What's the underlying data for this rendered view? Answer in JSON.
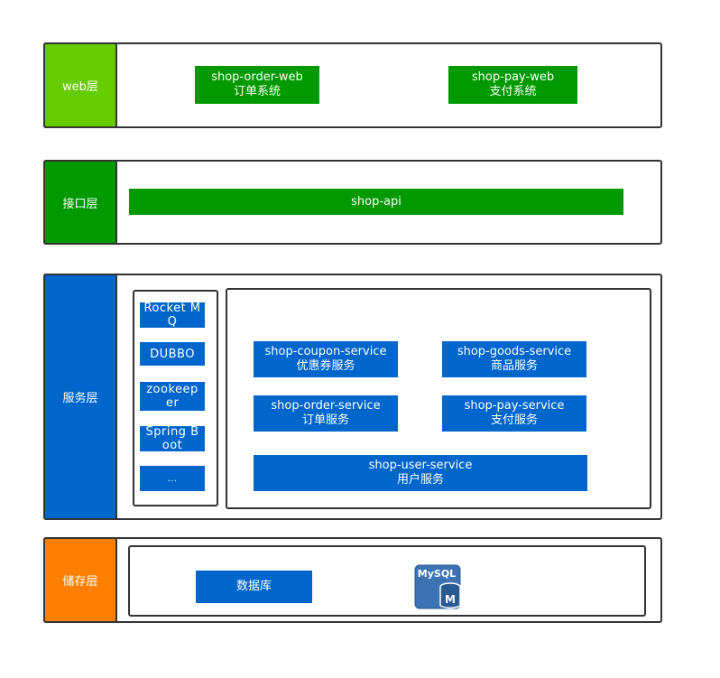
{
  "colors": {
    "web_layer": "#66cc00",
    "api_layer": "#009900",
    "service_layer": "#0066cc",
    "storage_layer": "#ff8000",
    "green_box": "#009900",
    "blue_box": "#0066cc",
    "border": "#333333"
  },
  "web_layer": {
    "label": "web层",
    "order_web": {
      "name": "shop-order-web",
      "desc": "订单系统"
    },
    "pay_web": {
      "name": "shop-pay-web",
      "desc": "支付系统"
    }
  },
  "api_layer": {
    "label": "接口层",
    "api": "shop-api"
  },
  "service_layer": {
    "label": "服务层",
    "tech": [
      "Rocket MQ",
      "DUBBO",
      "zookeeper",
      "Spring Boot",
      "..."
    ],
    "services": {
      "coupon": {
        "name": "shop-coupon-service",
        "desc": "优惠券服务"
      },
      "goods": {
        "name": "shop-goods-service",
        "desc": "商品服务"
      },
      "order": {
        "name": "shop-order-service",
        "desc": "订单服务"
      },
      "pay": {
        "name": "shop-pay-service",
        "desc": "支付服务"
      },
      "user": {
        "name": "shop-user-service",
        "desc": "用户服务"
      }
    }
  },
  "storage_layer": {
    "label": "储存层",
    "database": "数据库",
    "mysql_icon": "mysql-database-icon",
    "mysql_text": "MySQL",
    "mysql_letter": "M"
  }
}
